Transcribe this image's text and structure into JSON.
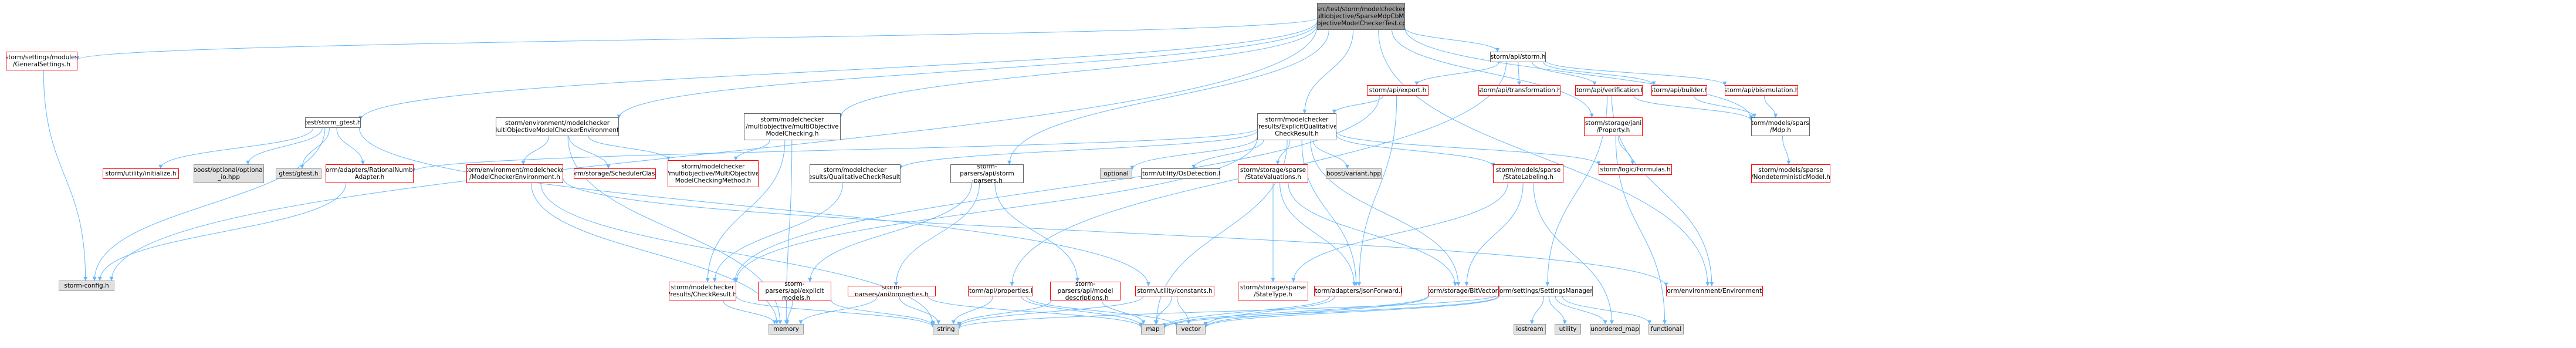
{
  "nodes": {
    "root": "src/test/storm/modelchecker\n/multiobjective/SparseMdpCbMulti\nObjectiveModelCheckerTest.cpp",
    "general_settings": "storm/settings/modules\n/GeneralSettings.h",
    "storm_config": "storm-config.h",
    "storm_gtest": "test/storm_gtest.h",
    "initialize": "storm/utility/initialize.h",
    "optional_io": "boost/optional/optional\n_io.hpp",
    "gtest": "gtest/gtest.h",
    "rational_adapter": "storm/adapters/RationalNumber\nAdapter.h",
    "mo_env": "storm/environment/modelchecker\n/MultiObjectiveModelCheckerEnvironment.h",
    "mc_env": "storm/environment/modelchecker\n/ModelCheckerEnvironment.h",
    "scheduler_class": "storm/storage/SchedulerClass.h",
    "mo_method": "storm/modelchecker\n/multiobjective/MultiObjective\nModelCheckingMethod.h",
    "mo_mc": "storm/modelchecker\n/multiobjective/multiObjective\nModelChecking.h",
    "explicit_qual": "storm/modelchecker\n/results/ExplicitQualitative\nCheckResult.h",
    "qual_check": "storm/modelchecker\n/results/QualitativeCheckResult.h",
    "check_result": "storm/modelchecker\n/results/CheckResult.h",
    "parsers_api": "storm-parsers/api/storm\n-parsers.h",
    "parsers_explicit": "storm-parsers/api/explicit\n_models.h",
    "parsers_properties": "storm-parsers/api/properties.h",
    "parsers_model_desc": "storm-parsers/api/model\n_descriptions.h",
    "api_properties": "storm/api/properties.h",
    "optional": "optional",
    "os_detection": "storm/utility/OsDetection.h",
    "state_valuations": "storm/storage/sparse\n/StateValuations.h",
    "state_type": "storm/storage/sparse\n/StateType.h",
    "json_forward": "storm/adapters/JsonForward.h",
    "variant": "boost/variant.hpp",
    "state_labeling": "storm/models/sparse\n/StateLabeling.h",
    "bitvector": "storm/storage/BitVector.h",
    "constants": "storm/utility/constants.h",
    "memory": "memory",
    "string": "string",
    "map": "map",
    "vector": "vector",
    "api_storm": "storm/api/storm.h",
    "api_export": "storm/api/export.h",
    "api_transformation": "storm/api/transformation.h",
    "api_verification": "storm/api/verification.h",
    "api_builder": "storm/api/builder.h",
    "api_bisimulation": "storm/api/bisimulation.h",
    "storage_jani": "storm/storage/jani\n/Property.h",
    "formulas": "storm/logic/Formulas.h",
    "sparse_mdp": "storm/models/sparse\n/Mdp.h",
    "nondet_model": "storm/models/sparse\n/NondeterministicModel.h",
    "settings_manager": "storm/settings/SettingsManager.h",
    "iostream": "iostream",
    "utility": "utility",
    "unordered_map": "unordered_map",
    "functional": "functional",
    "environment": "storm/environment/Environment.h"
  },
  "colors": {
    "edge": "#63b8ff",
    "red_border": "#ff0000",
    "root_fill": "#999999",
    "gray_fill": "#e0e0e0"
  }
}
